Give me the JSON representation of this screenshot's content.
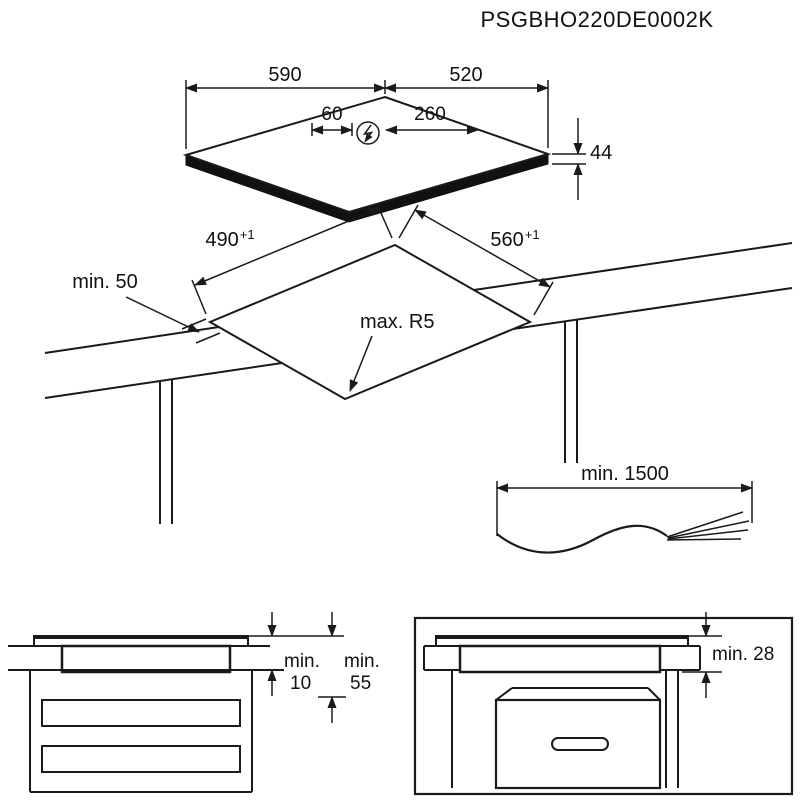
{
  "product_code": "PSGBHO220DE0002K",
  "colors": {
    "line": "#1a1a1a",
    "background": "#ffffff"
  },
  "hob_view": {
    "width_mm": "590",
    "depth_mm": "520",
    "height_mm": "44",
    "power_offset_mm": "60",
    "power_distance_mm": "260",
    "power_icon": "lightning-bolt-circle"
  },
  "cutout_view": {
    "front_clearance": "min. 50",
    "cutout_depth": "490",
    "cutout_depth_tol": "+1",
    "cutout_width": "560",
    "cutout_width_tol": "+1",
    "corner_radius": "max. R5"
  },
  "cable_view": {
    "min_length": "min. 1500"
  },
  "drawer_section": {
    "gap_word": "min.",
    "gap_value": "10",
    "depth_word": "min.",
    "depth_value": "55"
  },
  "oven_section": {
    "clearance": "min. 28"
  }
}
